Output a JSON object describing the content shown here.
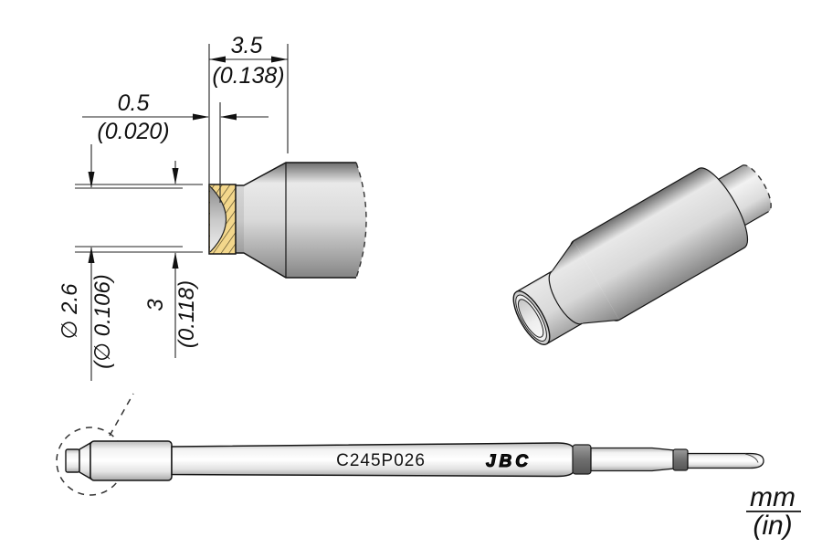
{
  "drawing": {
    "part_number": "C245P026",
    "brand": "JBC",
    "units": {
      "mm": "mm",
      "in": "(in)"
    },
    "dimensions": {
      "tip_length": {
        "mm": "3.5",
        "in": "(0.138)"
      },
      "face_recess": {
        "mm": "0.5",
        "in": "(0.020)"
      },
      "face_diameter": {
        "mm": "∅ 2.6",
        "in": "(∅ 0.106)"
      },
      "outer_diameter": {
        "mm": "3",
        "in": "(0.118)"
      }
    },
    "colors": {
      "solder_face_gold": "#F3D78C",
      "hatch_line": "#4f4424",
      "metal_dark": "#6d6d6d",
      "metal_light": "#ececec",
      "body_white": "#fafafa",
      "ring_gray": "#6f6f6f",
      "outline": "#141414"
    }
  }
}
